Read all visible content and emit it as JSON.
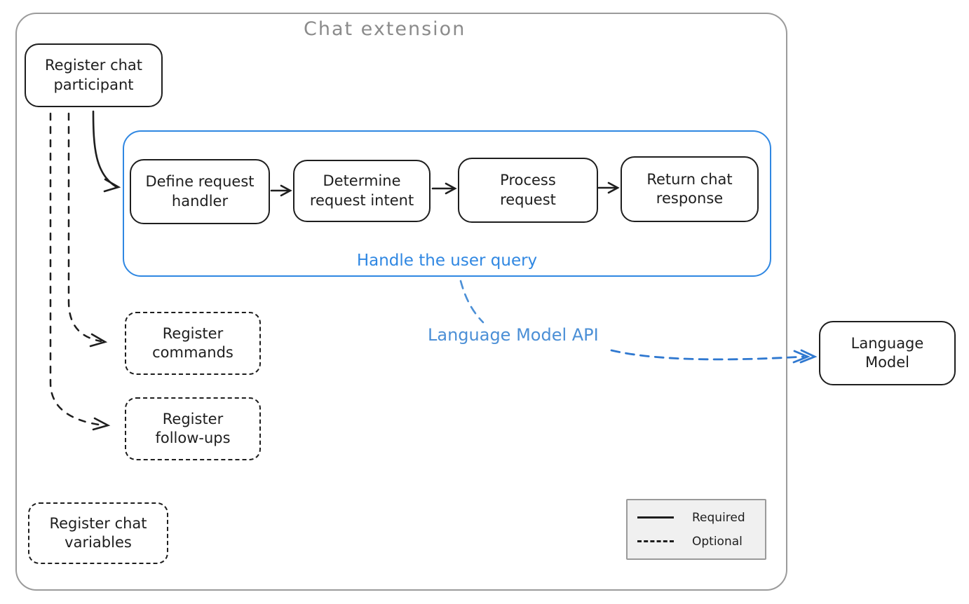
{
  "container": {
    "title": "Chat extension"
  },
  "nodes": {
    "register_chat_participant": {
      "label": "Register chat\nparticipant",
      "style": "solid"
    },
    "define_request_handler": {
      "label": "Define request\nhandler",
      "style": "solid"
    },
    "determine_request_intent": {
      "label": "Determine\nrequest intent",
      "style": "solid"
    },
    "process_request": {
      "label": "Process\nrequest",
      "style": "solid"
    },
    "return_chat_response": {
      "label": "Return chat\nresponse",
      "style": "solid"
    },
    "register_commands": {
      "label": "Register\ncommands",
      "style": "dashed"
    },
    "register_follow_ups": {
      "label": "Register\nfollow-ups",
      "style": "dashed"
    },
    "register_chat_variables": {
      "label": "Register chat\nvariables",
      "style": "dashed"
    },
    "language_model": {
      "label": "Language\nModel",
      "style": "solid"
    }
  },
  "groups": {
    "handle_user_query": {
      "label": "Handle the user query"
    }
  },
  "annotations": {
    "language_model_api": "Language Model API"
  },
  "legend": {
    "required": "Required",
    "optional": "Optional"
  },
  "colors": {
    "stroke": "#1e1e1e",
    "accent_blue": "#2f87e2",
    "frame_gray": "#9b9b9b",
    "title_gray": "#8b8b8b",
    "legend_bg": "#f0f0f0"
  }
}
